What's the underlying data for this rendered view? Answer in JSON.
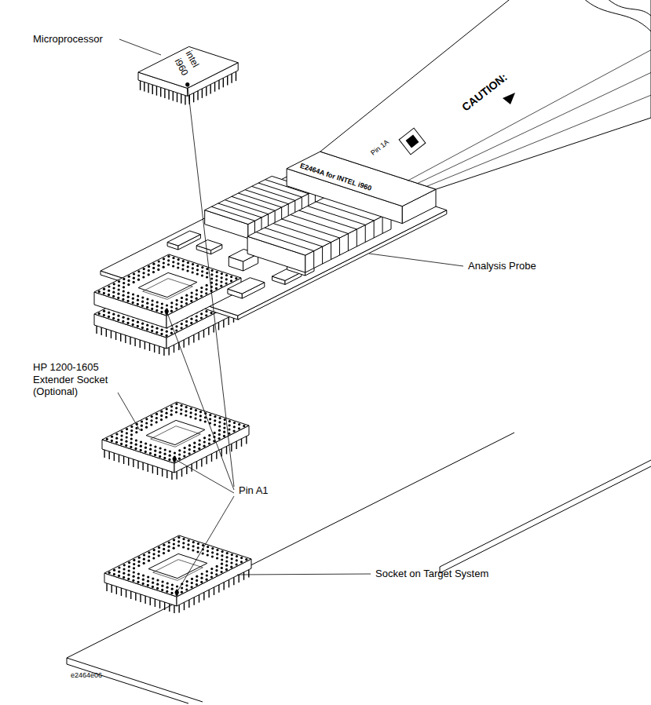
{
  "diagram": {
    "labels": [
      "Microprocessor",
      "intel",
      "i960",
      "E2464A for INTEL i960",
      "Pin 1A",
      "CAUTION:",
      "Analysis Probe",
      "Pin A1",
      "HP 1200-1605 Extender Socket (Optional)",
      "Socket on Target System",
      "e2464e06"
    ]
  }
}
